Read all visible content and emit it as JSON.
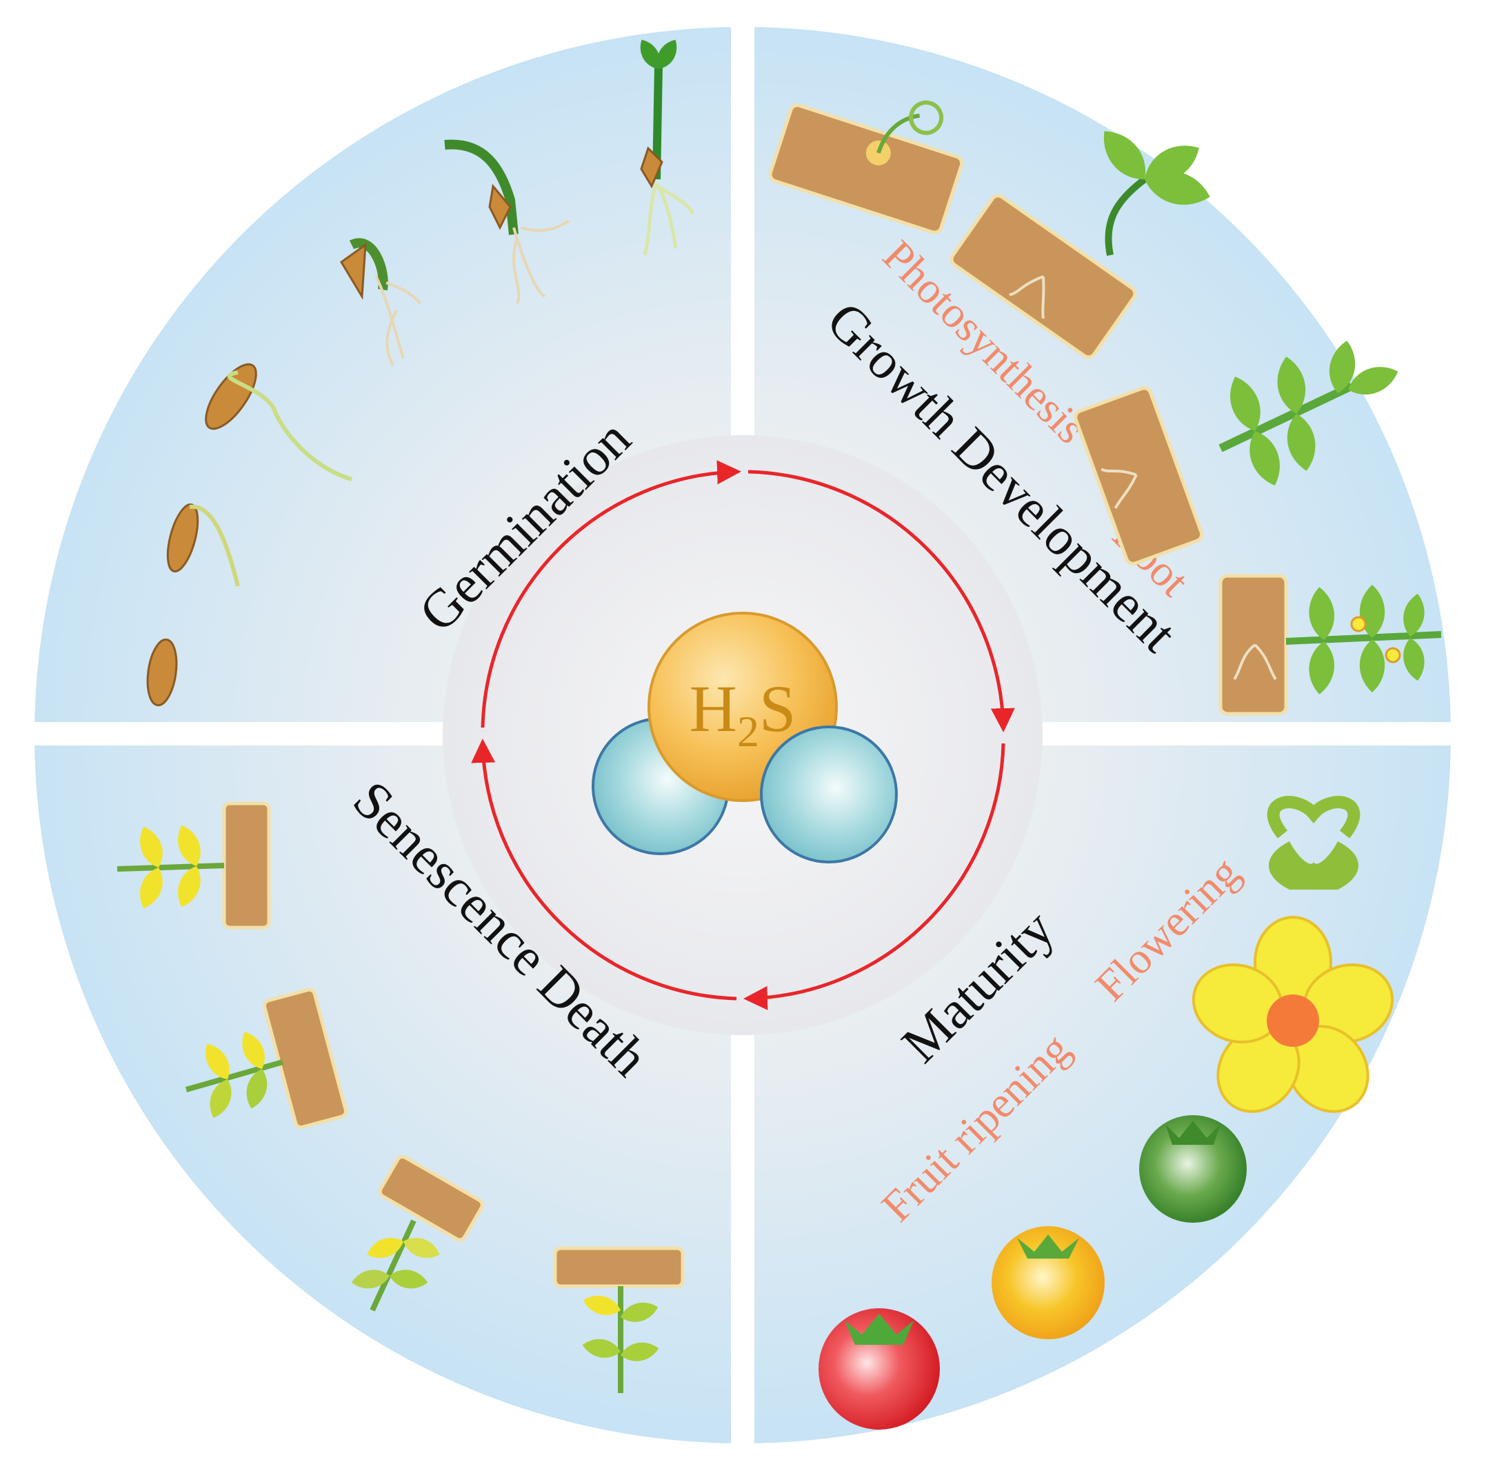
{
  "molecule": {
    "label_main": "H",
    "label_subscript": "2",
    "label_end": "S"
  },
  "stages": {
    "germination": "Germination",
    "growth": "Growth Development",
    "maturity": "Maturity",
    "senescence": "Senescence Death"
  },
  "sub_labels": {
    "photosynthesis": "Photosynthesis",
    "root": "Root",
    "flowering": "Flowering",
    "fruit_ripening": "Fruit ripening"
  },
  "colors": {
    "background_light": "#e8f0f6",
    "background_edge": "#c6e2f4",
    "cycle_arrow": "#e8262a",
    "stage_text": "#111111",
    "sub_text": "#f28a6a",
    "molecule_sulfur": "#f5b63b",
    "molecule_hydrogen": "#8ecfd6",
    "soil": "#c9955a",
    "leaf_green": "#7bbf3a",
    "leaf_yellow": "#f1e32c",
    "fruit_red": "#e8323a",
    "fruit_yellow": "#f4b81c",
    "fruit_green": "#4e9a2c",
    "flower": "#f6ea3a"
  }
}
